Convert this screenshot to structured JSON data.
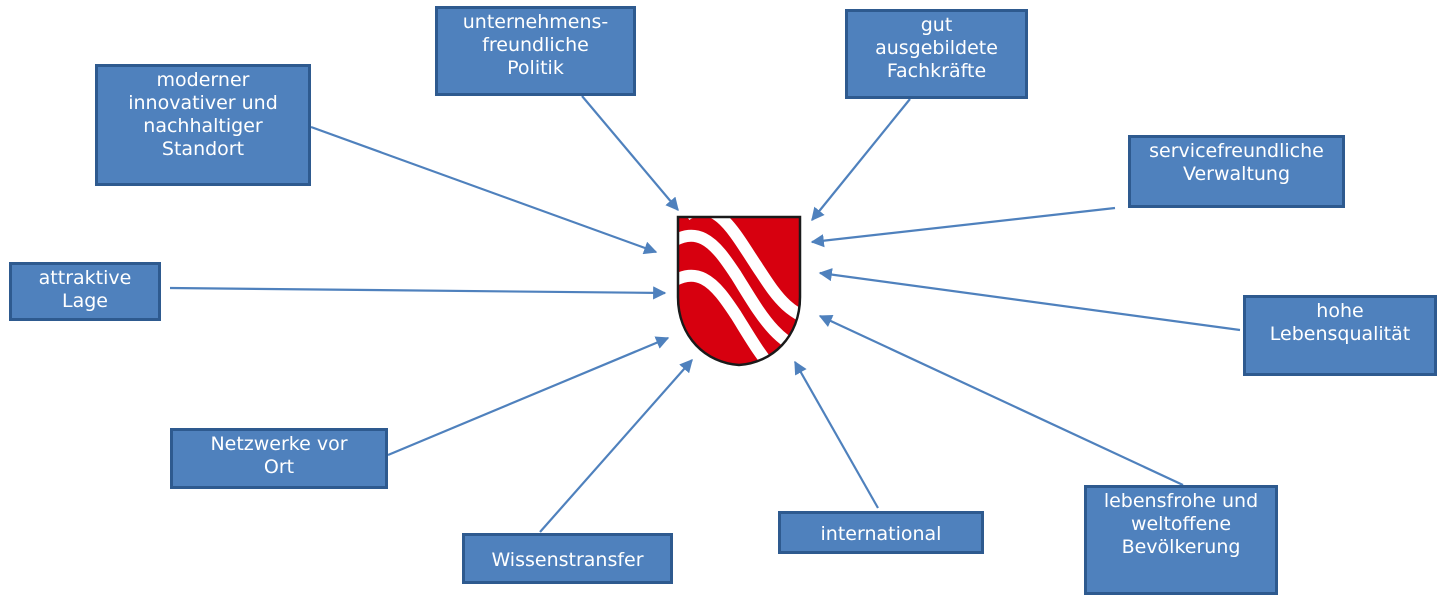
{
  "diagram": {
    "center": {
      "name": "crest-logo",
      "colors": {
        "red": "#d7000f",
        "white": "#ffffff",
        "outline": "#1a1a1a"
      }
    },
    "arrow_color": "#4f81bd",
    "box_fill": "#4f81bd",
    "box_border": "#2e5a8f",
    "nodes": [
      {
        "id": "politik",
        "label": "unternehmens-\nfreundliche\nPolitik"
      },
      {
        "id": "fachkraefte",
        "label": "gut\nausgebildete\nFachkräfte"
      },
      {
        "id": "standort",
        "label": "moderner\ninnovativer und\nnachhaltiger\nStandort"
      },
      {
        "id": "verwaltung",
        "label": "servicefreundliche\nVerwaltung"
      },
      {
        "id": "lage",
        "label": "attraktive\nLage"
      },
      {
        "id": "lebensqualitaet",
        "label": "hohe\nLebensqualität"
      },
      {
        "id": "netzwerke",
        "label": "Netzwerke vor\nOrt"
      },
      {
        "id": "wissenstransfer",
        "label": "Wissenstransfer"
      },
      {
        "id": "international",
        "label": "international"
      },
      {
        "id": "bevoelkerung",
        "label": "lebensfrohe und\nweltoffene\nBevölkerung"
      }
    ]
  }
}
